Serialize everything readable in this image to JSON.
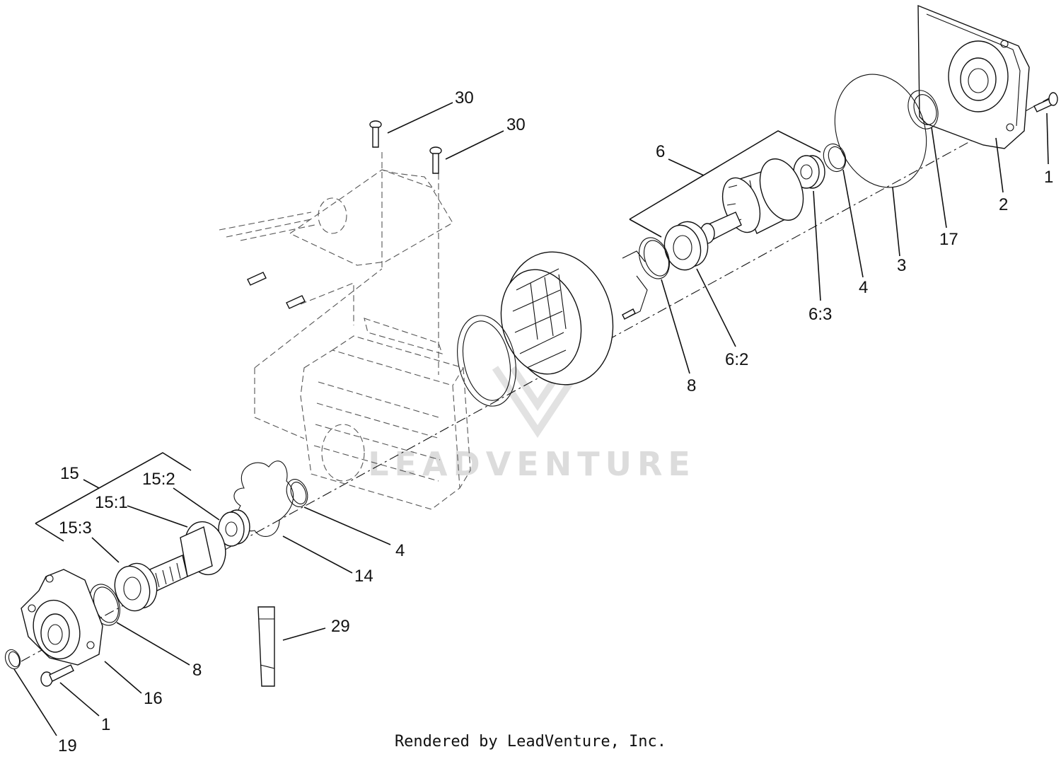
{
  "callouts": {
    "c30a": "30",
    "c30b": "30",
    "c6": "6",
    "c1_top": "1",
    "c2": "2",
    "c3": "3",
    "c17": "17",
    "c4_top": "4",
    "c6_3": "6:3",
    "c6_2": "6:2",
    "c8_top": "8",
    "c15": "15",
    "c15_2": "15:2",
    "c15_1": "15:1",
    "c15_3": "15:3",
    "c4_bottom": "4",
    "c14": "14",
    "c29": "29",
    "c8_bottom": "8",
    "c16": "16",
    "c1_bottom": "1",
    "c19": "19"
  },
  "watermark": "LEADVENTURE",
  "footer": "Rendered by LeadVenture, Inc."
}
